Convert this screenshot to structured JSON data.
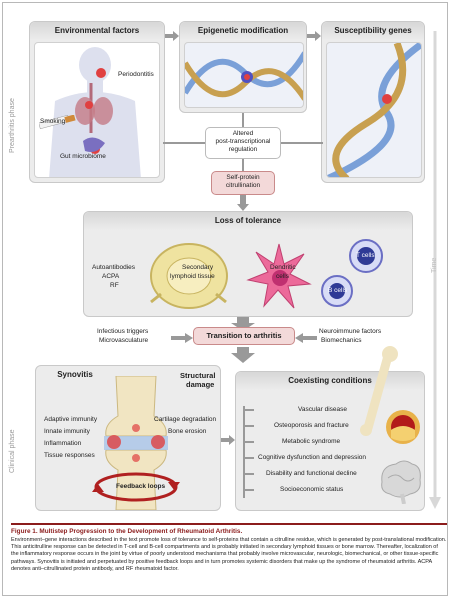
{
  "phases": {
    "preclinical": "Prearthritis phase",
    "clinical": "Clinical phase",
    "time": "Time"
  },
  "env": {
    "title": "Environmental factors",
    "periodontitis": "Periodontitis",
    "smoking": "Smoking",
    "gut": "Gut microbiome"
  },
  "epi": {
    "title": "Epigenetic modification"
  },
  "susc": {
    "title": "Susceptibility genes"
  },
  "altered": {
    "line1": "Altered",
    "line2": "post-transcriptional",
    "line3": "regulation"
  },
  "selfprotein": {
    "line1": "Self-protein",
    "line2": "citrullination"
  },
  "tolerance": {
    "title": "Loss of tolerance",
    "antibodies1": "Autoantibodies",
    "antibodies2": "ACPA",
    "antibodies3": "RF",
    "lymph1": "Secondary",
    "lymph2": "lymphoid tissue",
    "dendritic1": "Dendritic",
    "dendritic2": "cells",
    "tcells": "T cells",
    "bcells": "B cells"
  },
  "transition": {
    "label": "Transition to arthritis",
    "left1": "Infectious triggers",
    "left2": "Microvasculature",
    "right1": "Neuroimmune factors",
    "right2": "Biomechanics"
  },
  "synovitis": {
    "title": "Synovitis",
    "items": [
      "Adaptive immunity",
      "Innate immunity",
      "Inflammation",
      "Tissue responses"
    ]
  },
  "structural": {
    "title1": "Structural",
    "title2": "damage",
    "items": [
      "Cartilage degradation",
      "Bone erosion"
    ]
  },
  "feedback": {
    "label": "Feedback loops"
  },
  "coexisting": {
    "title": "Coexisting conditions",
    "items": [
      "Vascular disease",
      "Osteoporosis and fracture",
      "Metabolic syndrome",
      "Cognitive dysfunction and depression",
      "Disability and functional decline",
      "Socioeconomic status"
    ]
  },
  "caption": {
    "title": "Figure 1. Multistep Progression to the Development of Rheumatoid Arthritis.",
    "body": "Environment–gene interactions described in the text promote loss of tolerance to self-proteins that contain a citrulline residue, which is generated by post-translational modification. This anticitrulline response can be detected in T-cell and B-cell compartments and is probably initiated in secondary lymphoid tissues or bone marrow. Thereafter, localization of the inflammatory response occurs in the joint by virtue of poorly understood mechanisms that probably involve microvascular, neurologic, biomechanical, or other tissue-specific pathways. Synovitis is initiated and perpetuated by positive feedback loops and in turn promotes systemic disorders that make up the syndrome of rheumatoid arthritis. ACPA denotes anti–citrullinated protein antibody, and RF rheumatoid factor."
  }
}
